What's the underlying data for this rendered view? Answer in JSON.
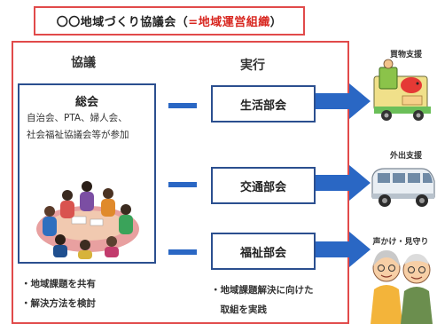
{
  "title": {
    "prefix": "〇〇地域づくり協議会（",
    "highlight": "=地域運営組織",
    "suffix": "）"
  },
  "columns": {
    "council": "協議",
    "execution": "実行"
  },
  "general_meeting": {
    "title": "総会",
    "description": "自治会、PTA、婦人会、\n社会福祉協議会等が参加"
  },
  "departments": [
    {
      "label": "生活部会"
    },
    {
      "label": "交通部会"
    },
    {
      "label": "福祉部会"
    }
  ],
  "support_services": [
    {
      "label": "買物支援",
      "icon": "delivery-truck-icon"
    },
    {
      "label": "外出支援",
      "icon": "van-icon"
    },
    {
      "label": "声かけ・見守り",
      "icon": "elderly-couple-icon"
    }
  ],
  "council_bullets": [
    "・地域課題を共有",
    "・解決方法を検討"
  ],
  "execution_bullets": [
    "・地域課題解決に向けた",
    "　取組を実践"
  ],
  "colors": {
    "frame_red": "#e14a4a",
    "box_navy": "#2b4f8f",
    "arrow_blue": "#2a67c4",
    "highlight_red": "#d8261f"
  }
}
